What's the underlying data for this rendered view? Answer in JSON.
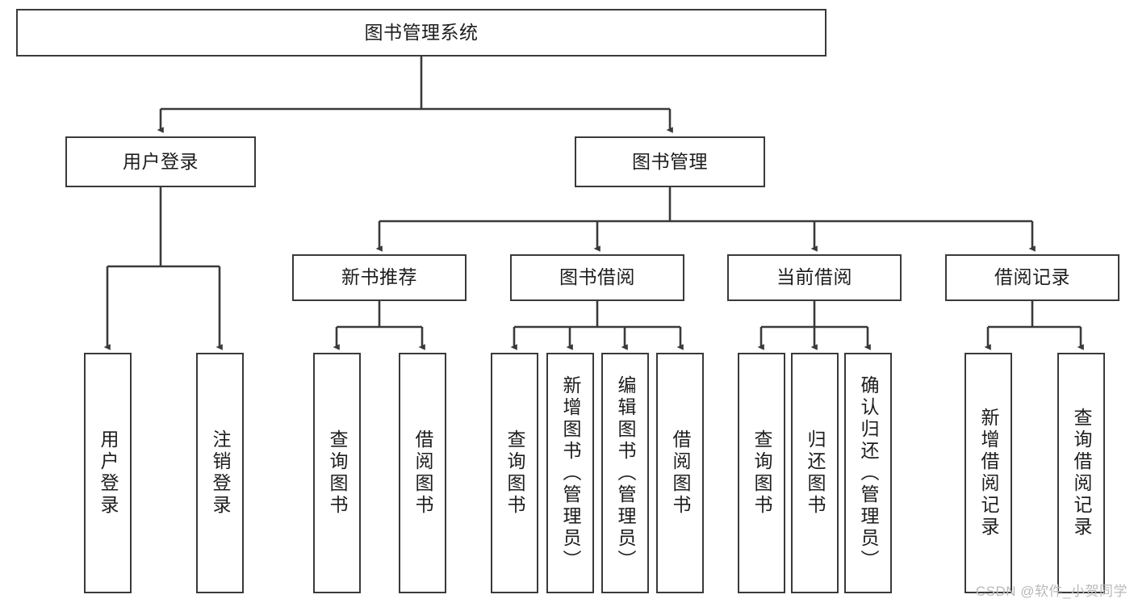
{
  "diagram": {
    "type": "tree-hierarchy",
    "title": "图书管理系统",
    "orientation": "top-down",
    "watermark": "CSDN @软件_小贺同学",
    "colors": {
      "box_border": "#3a3a3a",
      "box_fill": "#ffffff",
      "edge": "#3a3a3a",
      "text": "#1d1d1d",
      "watermark": "#b9b9b9",
      "background": "#ffffff"
    },
    "nodes": {
      "root": {
        "label": "图书管理系统",
        "level": 1,
        "orientation": "horizontal"
      },
      "level2": [
        {
          "id": "user-login",
          "label": "用户登录",
          "orientation": "horizontal"
        },
        {
          "id": "book-management",
          "label": "图书管理",
          "orientation": "horizontal"
        }
      ],
      "level3": [
        {
          "id": "new-book-recommend",
          "label": "新书推荐",
          "parent": "book-management",
          "orientation": "horizontal"
        },
        {
          "id": "book-borrow",
          "label": "图书借阅",
          "parent": "book-management",
          "orientation": "horizontal"
        },
        {
          "id": "current-borrow",
          "label": "当前借阅",
          "parent": "book-management",
          "orientation": "horizontal"
        },
        {
          "id": "borrow-record",
          "label": "借阅记录",
          "parent": "book-management",
          "orientation": "horizontal"
        }
      ],
      "leaves": [
        {
          "id": "leaf-user-login",
          "label": "用户登录",
          "parent": "user-login",
          "orientation": "vertical"
        },
        {
          "id": "leaf-user-logout",
          "label": "注销登录",
          "parent": "user-login",
          "orientation": "vertical"
        },
        {
          "id": "leaf-query-book-1",
          "label": "查询图书",
          "parent": "new-book-recommend",
          "orientation": "vertical"
        },
        {
          "id": "leaf-borrow-book-1",
          "label": "借阅图书",
          "parent": "new-book-recommend",
          "orientation": "vertical"
        },
        {
          "id": "leaf-query-book-2",
          "label": "查询图书",
          "parent": "book-borrow",
          "orientation": "vertical"
        },
        {
          "id": "leaf-add-book",
          "label": "新增图书（管理员）",
          "parent": "book-borrow",
          "orientation": "vertical"
        },
        {
          "id": "leaf-edit-book",
          "label": "编辑图书（管理员）",
          "parent": "book-borrow",
          "orientation": "vertical"
        },
        {
          "id": "leaf-borrow-book-2",
          "label": "借阅图书",
          "parent": "book-borrow",
          "orientation": "vertical"
        },
        {
          "id": "leaf-query-book-3",
          "label": "查询图书",
          "parent": "current-borrow",
          "orientation": "vertical"
        },
        {
          "id": "leaf-return-book",
          "label": "归还图书",
          "parent": "current-borrow",
          "orientation": "vertical"
        },
        {
          "id": "leaf-confirm-return",
          "label": "确认归还（管理员）",
          "parent": "current-borrow",
          "orientation": "vertical"
        },
        {
          "id": "leaf-add-record",
          "label": "新增借阅记录",
          "parent": "borrow-record",
          "orientation": "vertical"
        },
        {
          "id": "leaf-query-record",
          "label": "查询借阅记录",
          "parent": "borrow-record",
          "orientation": "vertical"
        }
      ]
    }
  }
}
